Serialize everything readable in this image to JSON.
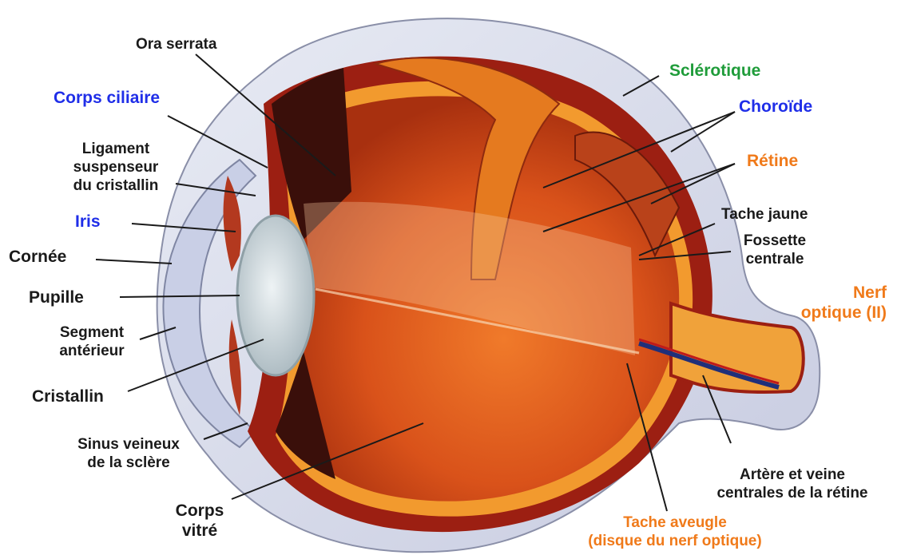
{
  "labels": {
    "ora_serrata": "Ora serrata",
    "corps_ciliaire": "Corps ciliaire",
    "ligament": "Ligament\nsuspenseur\ndu cristallin",
    "iris": "Iris",
    "cornee": "Cornée",
    "pupille": "Pupille",
    "segment": "Segment\nantérieur",
    "cristallin": "Cristallin",
    "sinus": "Sinus veineux\nde la sclère",
    "corps_vitre": "Corps\nvitré",
    "sclerotique": "Sclérotique",
    "choroide": "Choroïde",
    "retine": "Rétine",
    "tache_jaune": "Tache jaune",
    "fossette": "Fossette\ncentrale",
    "nerf": "Nerf\noptique (II)",
    "artere": "Artère et veine\ncentrales de la rétine",
    "tache_aveugle": "Tache aveugle\n(disque du nerf optique)"
  },
  "colors": {
    "black_label": "#1a1a1a",
    "blue_label": "#1f2ee8",
    "green_label": "#1f9c3a",
    "orange_label": "#f07a1a",
    "sclera": "#d9dcec",
    "choroid": "#9c1f12",
    "retina": "#f29a2e",
    "vitreous": "#d9521a",
    "lens": "#cfd8dc"
  }
}
